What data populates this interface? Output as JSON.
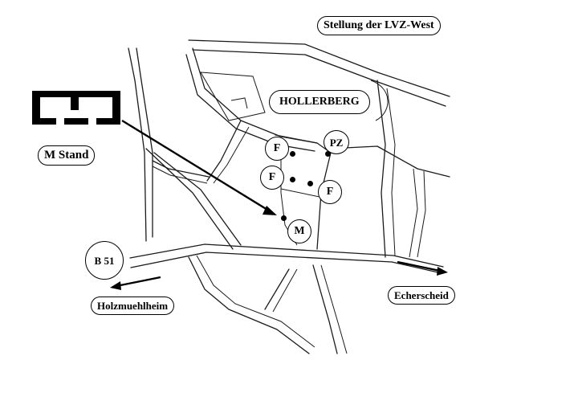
{
  "labels": {
    "title": "Stellung der LVZ-West",
    "area": "HOLLERBERG",
    "legend": "M Stand",
    "road": "B 51",
    "west_destination": "Holzmuehlheim",
    "east_destination": "Echerscheid"
  },
  "markers": {
    "pz": "PZ",
    "f1": "F",
    "f2": "F",
    "f3": "F",
    "m": "M"
  },
  "icons": {
    "bunker": "bunker-plan-icon",
    "arrow_east": "arrow-east-icon",
    "arrow_west": "arrow-west-icon"
  },
  "colors": {
    "ink": "#000000",
    "paper": "#ffffff"
  }
}
